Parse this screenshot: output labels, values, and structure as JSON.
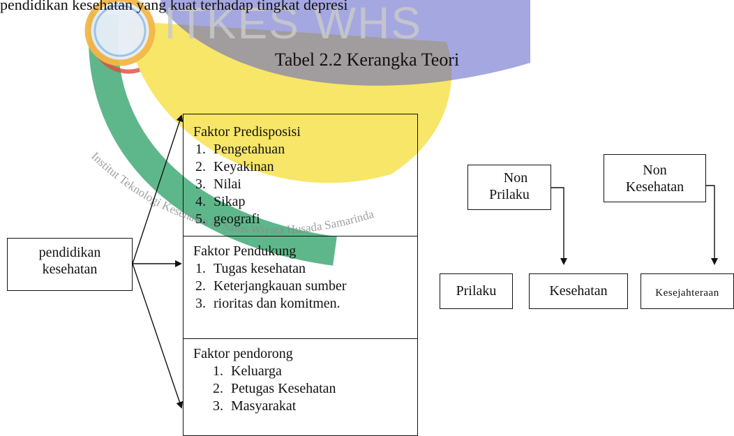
{
  "header_fragment": "pendidikan kesehatan yang kuat terhadap tingkat depresi",
  "title": "Tabel 2.2 Kerangka Teori",
  "watermark": {
    "logo_text": "ITKES WHS",
    "arc_text": "Institut Teknologi Kesehatan & Sains Wiyata Husada Samarinda",
    "colors": {
      "green": "#4caf7d",
      "yellow": "#f6e24d",
      "blue": "#5b5ec9",
      "red": "#e04a3c"
    }
  },
  "source_box": {
    "line1": "pendidikan",
    "line2": "kesehatan"
  },
  "factors": [
    {
      "heading_word1": "Faktor",
      "heading_word2": "Predisposisi",
      "items": [
        "Pengetahuan",
        "Keyakinan",
        "Nilai",
        "Sikap",
        "geografi"
      ]
    },
    {
      "heading_word1": "Faktor",
      "heading_word2": "Pendukung",
      "items": [
        "Tugas kesehatan",
        "Keterjangkauan sumber",
        "rioritas dan komitmen."
      ]
    },
    {
      "heading": "Faktor pendorong",
      "items": [
        "Keluarga",
        "Petugas Kesehatan",
        "Masyarakat"
      ]
    }
  ],
  "non_boxes": [
    {
      "line1": "Non",
      "line2": "Prilaku"
    },
    {
      "line1": "Non",
      "line2": "Kesehatan"
    }
  ],
  "outcomes": [
    "Prilaku",
    "Kesehatan",
    "Kesejahteraan"
  ]
}
